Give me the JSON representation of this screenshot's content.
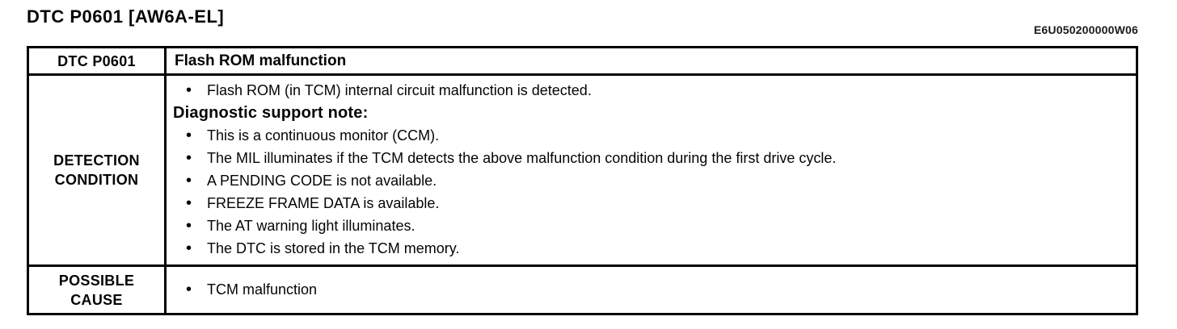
{
  "page": {
    "title": "DTC P0601 [AW6A-EL]",
    "doc_code": "E6U050200000W06"
  },
  "table": {
    "header": {
      "dtc_label": "DTC P0601",
      "dtc_description": "Flash ROM malfunction"
    },
    "detection": {
      "label_line1": "DETECTION",
      "label_line2": "CONDITION",
      "intro_bullets": [
        "Flash ROM (in TCM) internal circuit malfunction is detected."
      ],
      "note_heading": "Diagnostic support note:",
      "note_bullets": [
        "This is a continuous monitor (CCM).",
        "The MIL illuminates if the TCM detects the above malfunction condition during the first drive cycle.",
        "A PENDING CODE is not available.",
        "FREEZE FRAME DATA is available.",
        "The AT warning light illuminates.",
        "The DTC is stored in the TCM memory."
      ]
    },
    "possible_cause": {
      "label_line1": "POSSIBLE",
      "label_line2": "CAUSE",
      "bullets": [
        "TCM malfunction"
      ]
    }
  }
}
